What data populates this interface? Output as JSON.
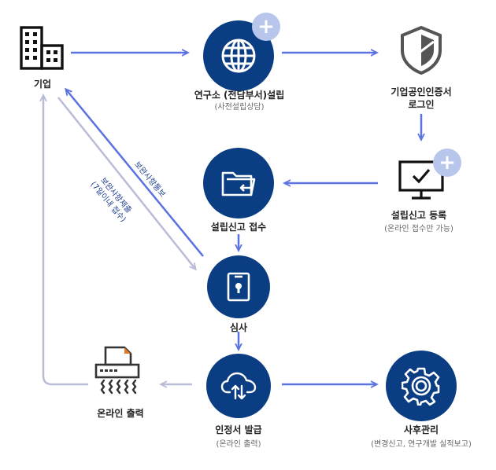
{
  "nodes": {
    "company": {
      "label": "기업"
    },
    "institute": {
      "label": "연구소 (전담부서)설립",
      "sub": "(사전설립상담)"
    },
    "cert_login": {
      "label": "기업공인인증서",
      "label2": "로그인"
    },
    "report_receive": {
      "label": "설립신고 접수"
    },
    "report_register": {
      "label": "설립신고 등록",
      "sub": "(온라인 접수만 가능)"
    },
    "review": {
      "label": "심사"
    },
    "issue": {
      "label": "인정서 발급",
      "sub": "(온라인 출력)"
    },
    "print": {
      "label": "온라인 출력"
    },
    "aftercare": {
      "label": "사후관리",
      "sub": "(변경신고, 연구개발 실적보고)"
    }
  },
  "edges": {
    "notify": {
      "label": "보완사항통보"
    },
    "submit": {
      "line1": "보완사항제출",
      "line2": "(7일이내 접수)"
    }
  },
  "plus_symbol": "+",
  "colors": {
    "node": "#0b3d83",
    "arrow": "#5b72e0",
    "return_arrow": "#b9bcd6",
    "plus": "#b8c6ec"
  },
  "icons": {
    "company": "building-icon",
    "institute": "globe-icon",
    "cert_login": "shield-icon",
    "report_receive": "folder-icon",
    "report_register": "monitor-check-icon",
    "review": "lock-document-icon",
    "issue": "cloud-transfer-icon",
    "print": "shredder-printer-icon",
    "aftercare": "gear-icon"
  }
}
